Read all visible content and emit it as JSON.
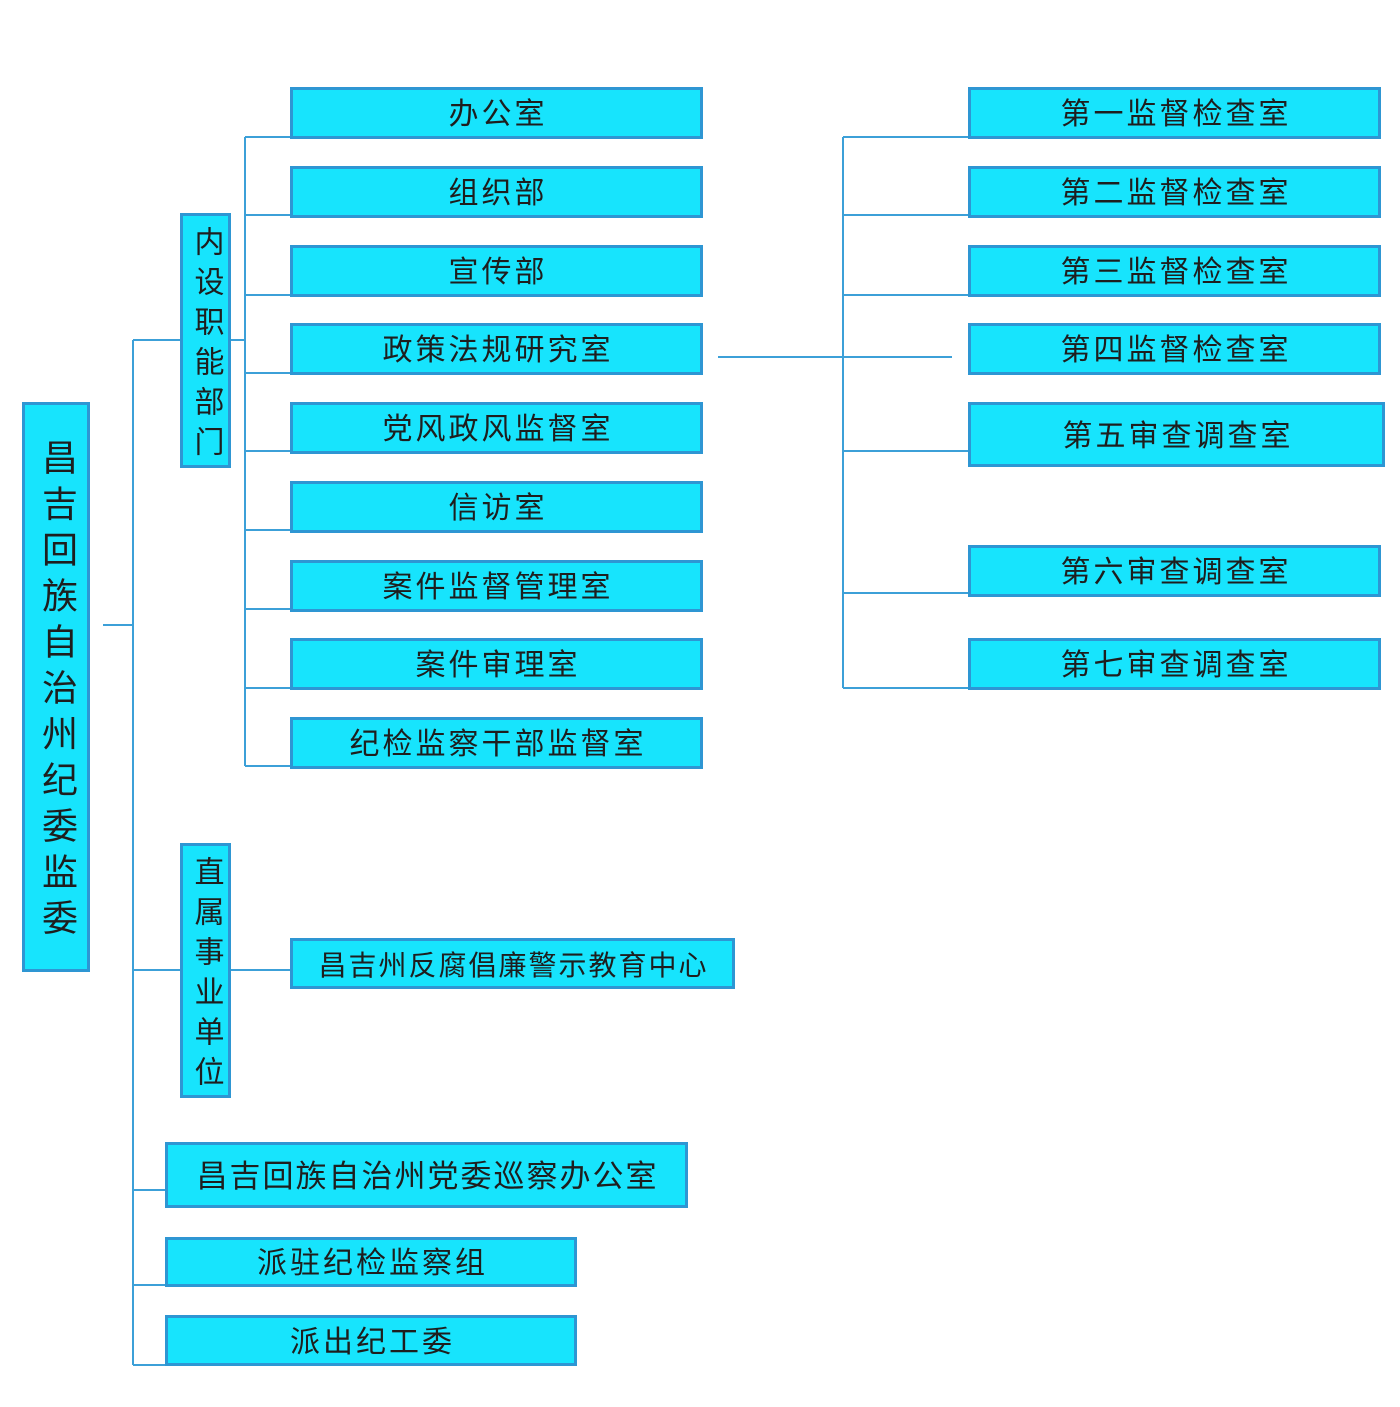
{
  "root": {
    "label": "昌吉回族自治州纪委监委"
  },
  "internal": {
    "label": "内设职能部门",
    "items": [
      "办公室",
      "组织部",
      "宣传部",
      "政策法规研究室",
      "党风政风监督室",
      "信访室",
      "案件监督管理室",
      "案件审理室",
      "纪检监察干部监督室"
    ]
  },
  "rooms": [
    "第一监督检查室",
    "第二监督检查室",
    "第三监督检查室",
    "第四监督检查室",
    "第五审查调查室",
    "第六审查调查室",
    "第七审查调查室"
  ],
  "affiliated": {
    "label": "直属事业单位",
    "items": [
      "昌吉州反腐倡廉警示教育中心"
    ]
  },
  "inspection_office": "昌吉回族自治州党委巡察办公室",
  "dispatched_groups": "派驻纪检监察组",
  "dispatched_committee": "派出纪工委",
  "colors": {
    "box_fill": "#17E4FD",
    "box_border": "#2E96D3",
    "line": "#3CA0D8",
    "text": "#1E1E1E"
  }
}
